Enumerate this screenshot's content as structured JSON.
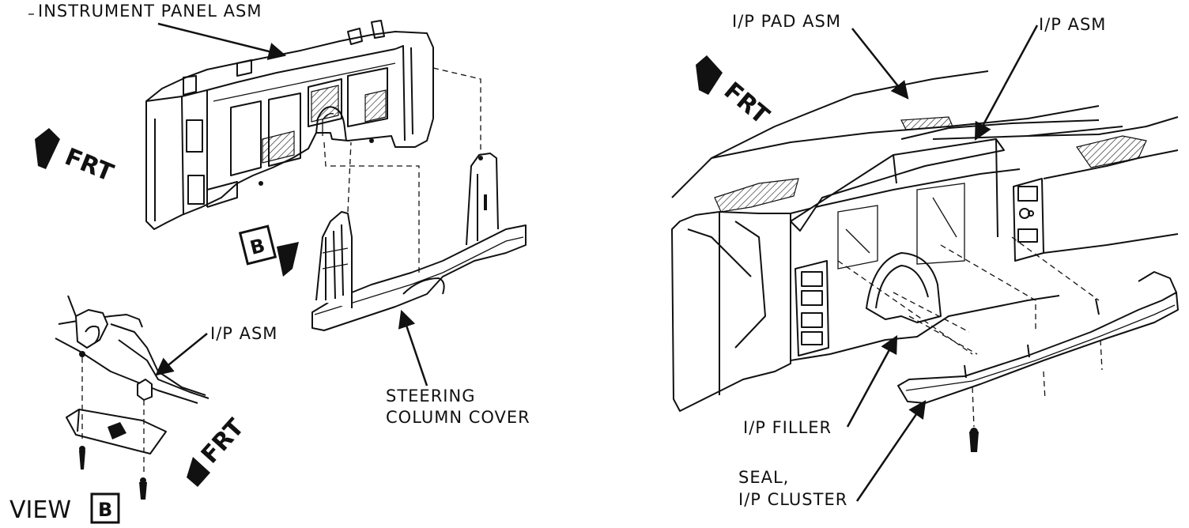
{
  "labels": {
    "instrument_panel": "INSTRUMENT PANEL ASM",
    "ip_asm_view": "I/P ASM",
    "steering_cover_line1": "STEERING",
    "steering_cover_line2": "COLUMN COVER",
    "ip_pad": "I/P PAD ASM",
    "ip_asm_right": "I/P ASM",
    "ip_filler": "I/P FILLER",
    "seal_line1": "SEAL,",
    "seal_line2": "I/P CLUSTER",
    "view": "VIEW",
    "view_letter": "B",
    "callout_letter": "B",
    "frt_left": "FRT",
    "frt_view": "FRT",
    "frt_right": "FRT"
  }
}
